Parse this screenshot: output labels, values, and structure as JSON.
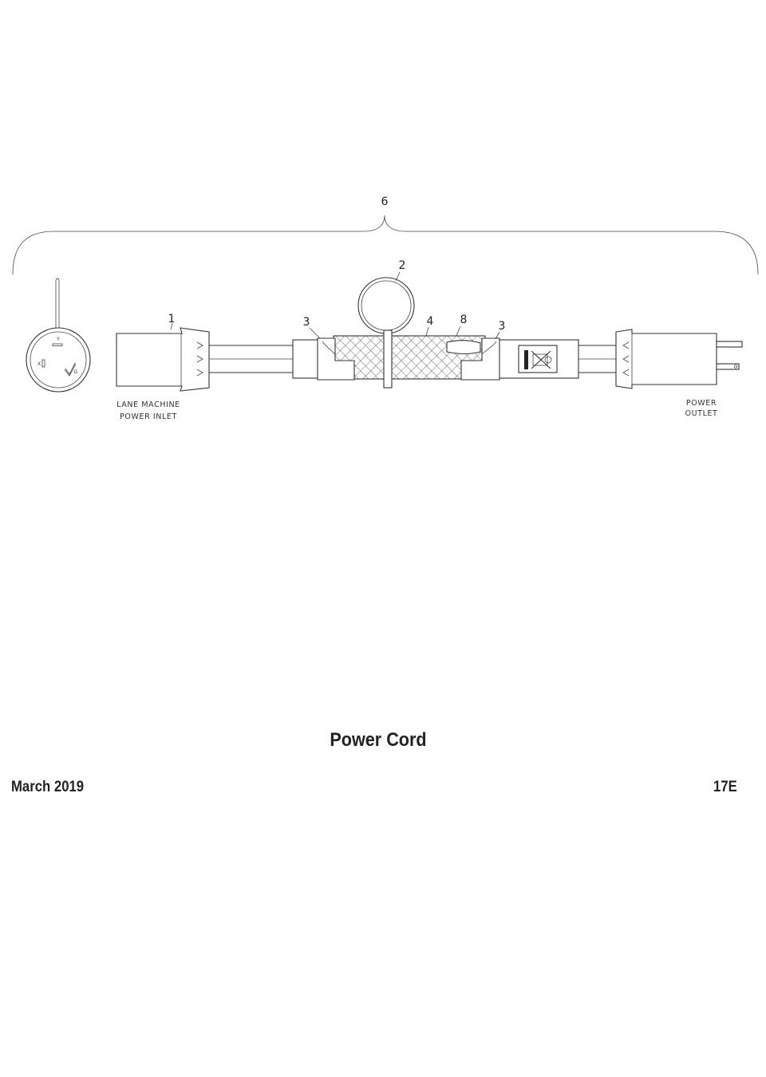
{
  "diagram": {
    "callouts": {
      "assembly": "6",
      "ring": "2",
      "inlet_plug": "1",
      "clamp_left": "3",
      "sleeve": "4",
      "label_tab": "8",
      "clamp_right": "3"
    },
    "captions": {
      "inlet_line1": "LANE  MACHINE",
      "inlet_line2": "POWER  INLET",
      "outlet_line1": "POWER",
      "outlet_line2": "OUTLET"
    },
    "pin_labels": {
      "y": "Y",
      "x": "X",
      "g": "G"
    }
  },
  "page": {
    "title": "Power Cord",
    "date": "March 2019",
    "page_number": "17E"
  }
}
